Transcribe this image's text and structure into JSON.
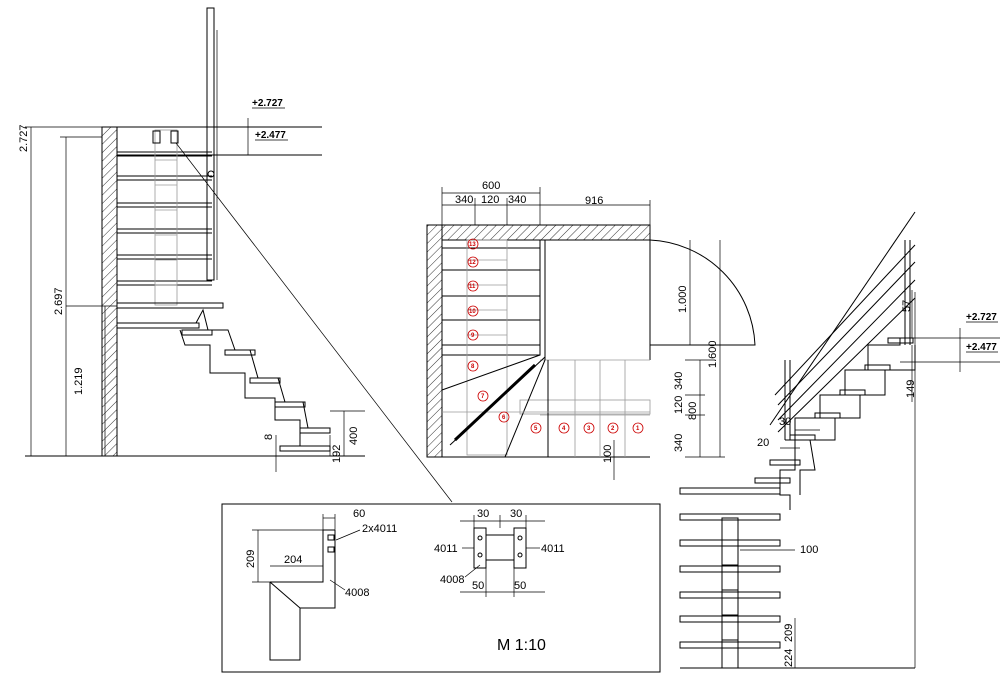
{
  "left_section": {
    "elevation_top": "+2.727",
    "elevation_floor": "+2.477",
    "height_total": "2.727",
    "height_mid": "2.697",
    "height_landing": "1.219",
    "dim_riser": "400",
    "dim_first": "192",
    "dim_small": "8"
  },
  "plan_view": {
    "width_total": "600",
    "width_left": "340",
    "width_mid": "120",
    "width_right": "340",
    "opening_width": "916",
    "height_opening": "1.000",
    "height_total": "1.600",
    "side_top": "340",
    "side_mid": "120",
    "side_bottom": "340",
    "side_total": "800",
    "offset_bottom": "100",
    "step_numbers": [
      "13",
      "12",
      "11",
      "10",
      "9",
      "8",
      "7",
      "6",
      "5",
      "4",
      "3",
      "2",
      "1"
    ]
  },
  "detail": {
    "dim_top": "60",
    "bolt_label": "2x4011",
    "dim_height": "209",
    "dim_width": "204",
    "part_label": "4008",
    "dim_a": "30",
    "dim_b": "30",
    "part_left": "4011",
    "part_right": "4011",
    "part_bottom": "4008",
    "dim_c": "50",
    "dim_d": "50",
    "scale_label": "M 1:10"
  },
  "right_section": {
    "elevation_top": "+2.727",
    "elevation_floor": "+2.477",
    "dim_57": "57",
    "dim_149": "149",
    "dim_30": "30",
    "dim_20": "20",
    "dim_100": "100",
    "dim_209": "209",
    "dim_224": "224"
  }
}
